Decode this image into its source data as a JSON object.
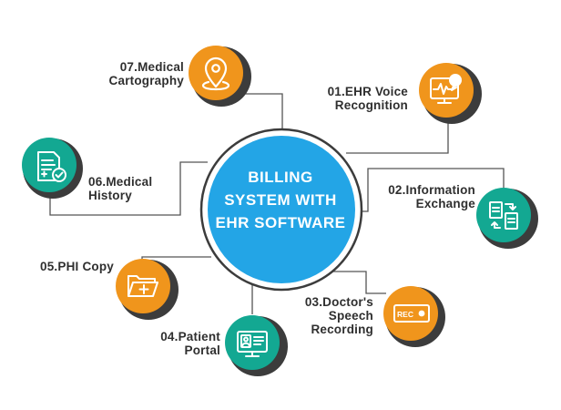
{
  "center": {
    "lines": [
      "BILLING",
      "SYSTEM WITH",
      "EHR SOFTWARE"
    ]
  },
  "colors": {
    "center_fill": "#23a5e6",
    "orange": "#f0951c",
    "teal": "#13a892",
    "dark_ring": "#3c3c3c",
    "connector": "#555555",
    "text": "#2f2f2f"
  },
  "nodes": [
    {
      "num": "01",
      "lines": [
        "01.EHR Voice",
        "Recognition"
      ],
      "icon": "monitor-voice-icon",
      "color": "orange"
    },
    {
      "num": "02",
      "lines": [
        "02.Information",
        "Exchange"
      ],
      "icon": "document-exchange-icon",
      "color": "teal"
    },
    {
      "num": "03",
      "lines": [
        "03.Doctor's",
        "Speech",
        "Recording"
      ],
      "icon": "rec-badge-icon",
      "color": "orange",
      "badge": "REC"
    },
    {
      "num": "04",
      "lines": [
        "04.Patient",
        "Portal"
      ],
      "icon": "patient-portal-monitor-icon",
      "color": "teal"
    },
    {
      "num": "05",
      "lines": [
        "05.PHI Copy"
      ],
      "icon": "medical-folder-icon",
      "color": "orange"
    },
    {
      "num": "06",
      "lines": [
        "06.Medical",
        "History"
      ],
      "icon": "medical-record-check-icon",
      "color": "teal"
    },
    {
      "num": "07",
      "lines": [
        "07.Medical",
        "Cartography"
      ],
      "icon": "location-pin-icon",
      "color": "orange"
    }
  ]
}
